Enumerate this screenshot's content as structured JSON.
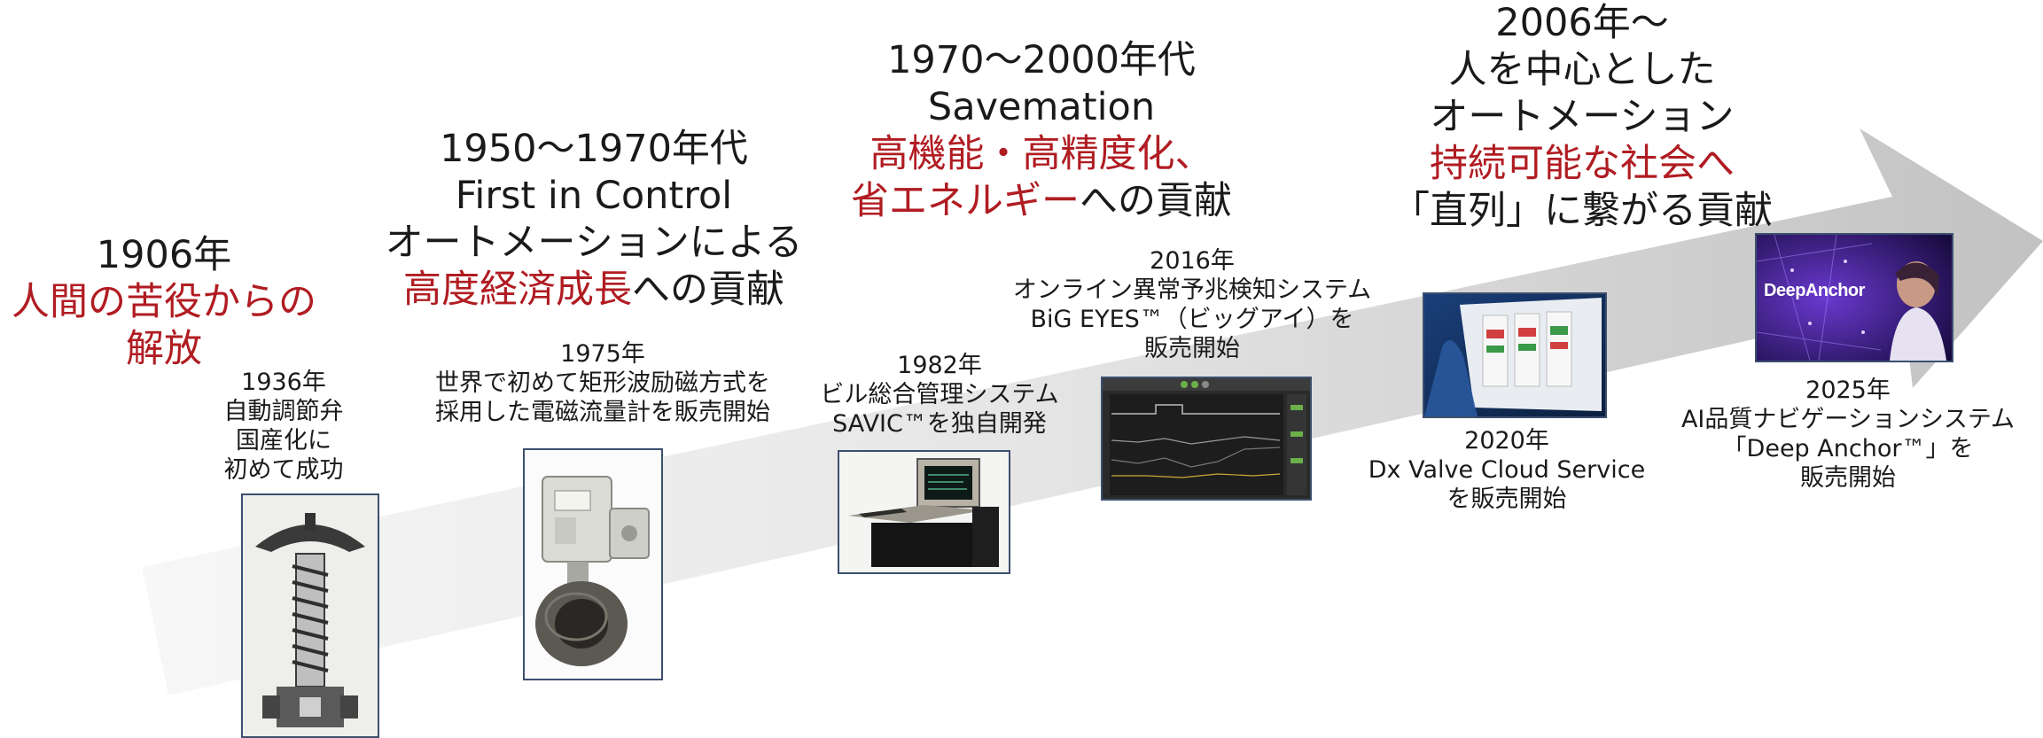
{
  "eras": {
    "e1906": {
      "year": "1906年",
      "l1": "人間の苦役からの",
      "l2": "解放"
    },
    "e1950": {
      "year": "1950～1970年代",
      "l1": "First in Control",
      "l2": "オートメーションによる",
      "l3_red": "高度経済成長",
      "l3_rest": "への貢献"
    },
    "e1970": {
      "year": "1970～2000年代",
      "l1": "Savemation",
      "l2": "高機能・高精度化、",
      "l3_red": "省エネルギー",
      "l3_rest": "への貢献"
    },
    "e2006": {
      "year": "2006年～",
      "l1": "人を中心とした",
      "l2": "オートメーション",
      "l3": "持続可能な社会へ",
      "l4": "「直列」に繋がる貢献"
    }
  },
  "milestones": {
    "m1936": {
      "year": "1936年",
      "l1": "自動調節弁",
      "l2": "国産化に",
      "l3": "初めて成功"
    },
    "m1975": {
      "year": "1975年",
      "l1": "世界で初めて矩形波励磁方式を",
      "l2": "採用した電磁流量計を販売開始"
    },
    "m1982": {
      "year": "1982年",
      "l1": "ビル総合管理システム",
      "l2": "SAVIC™を独自開発"
    },
    "m2016": {
      "year": "2016年",
      "l1": "オンライン異常予兆検知システム",
      "l2": "BiG EYES™（ビッグアイ）を",
      "l3": "販売開始"
    },
    "m2020": {
      "year": "2020年",
      "l1": "Dx Valve Cloud Service",
      "l2": "を販売開始"
    },
    "m2025": {
      "year": "2025年",
      "l1": "AI品質ナビゲーションシステム",
      "l2": "「Deep Anchor™」を",
      "l3": "販売開始"
    }
  },
  "deep_anchor_logo": "DeepAnchor",
  "colors": {
    "accent_red": "#b01c22",
    "frame_blue": "#3c4f6e",
    "arrow_light": "#f5f5f5",
    "arrow_dark": "#c4c4c4"
  }
}
